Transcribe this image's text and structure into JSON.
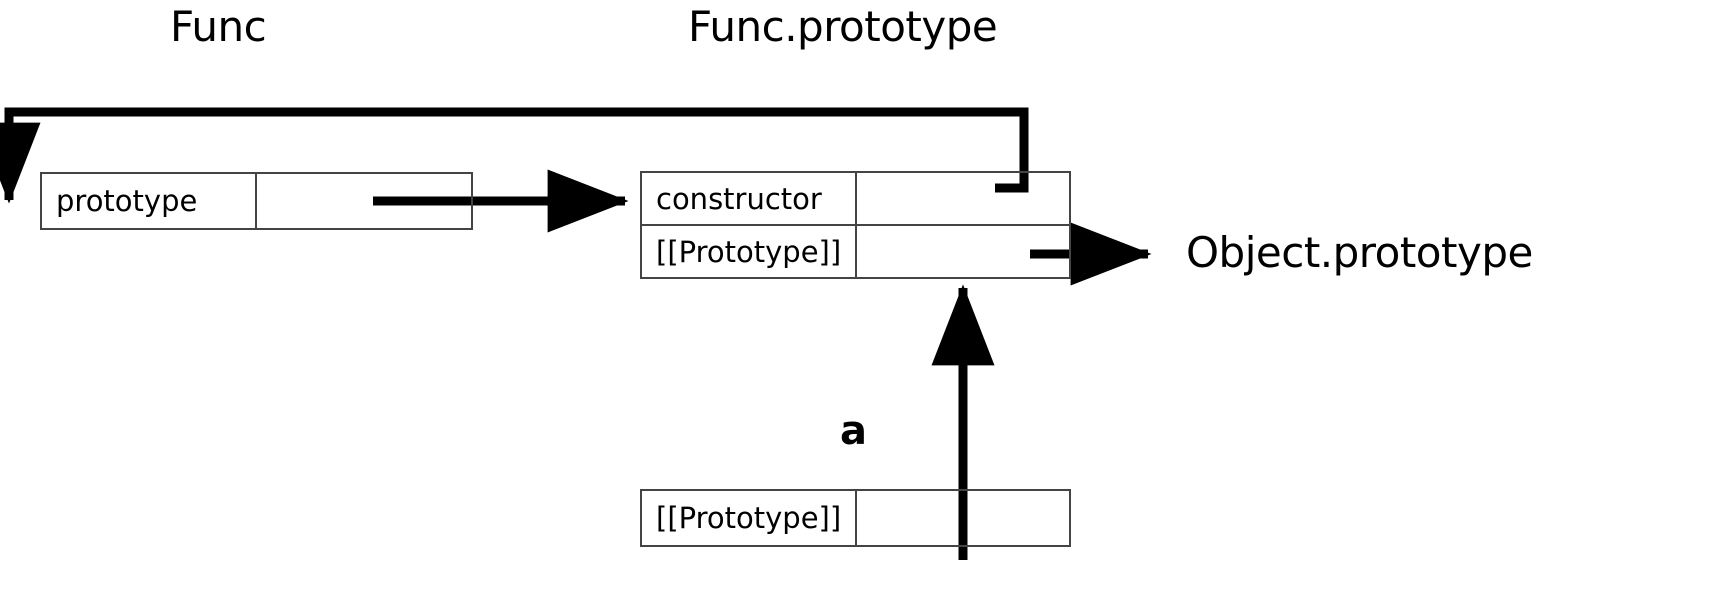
{
  "diagram": {
    "title_func": "Func",
    "title_func_prototype": "Func.prototype",
    "title_object_prototype": "Object.prototype",
    "variable_label_a": "a",
    "colors": {
      "background": "#ffffff",
      "box_border": "#444444",
      "arrow": "#000000",
      "text": "#000000"
    },
    "boxes": {
      "func": {
        "name": "Func",
        "rows": [
          {
            "key": "prototype",
            "value": ""
          }
        ]
      },
      "func_prototype": {
        "name": "Func.prototype",
        "rows": [
          {
            "key": "constructor",
            "value": ""
          },
          {
            "key": "[[Prototype]]",
            "value": ""
          }
        ]
      },
      "a_object": {
        "name": "a",
        "rows": [
          {
            "key": "[[Prototype]]",
            "value": ""
          }
        ]
      }
    },
    "arrows": [
      {
        "name": "func-prototype-to-func-prototype-object",
        "from": "Func.prototype slot",
        "to": "Func.prototype object"
      },
      {
        "name": "constructor-to-func",
        "from": "Func.prototype.constructor slot",
        "to": "Func object"
      },
      {
        "name": "func-prototype-proto-to-object-prototype",
        "from": "Func.prototype [[Prototype]] slot",
        "to": "Object.prototype"
      },
      {
        "name": "a-proto-to-func-prototype",
        "from": "a [[Prototype]] slot",
        "to": "Func.prototype object"
      }
    ]
  }
}
